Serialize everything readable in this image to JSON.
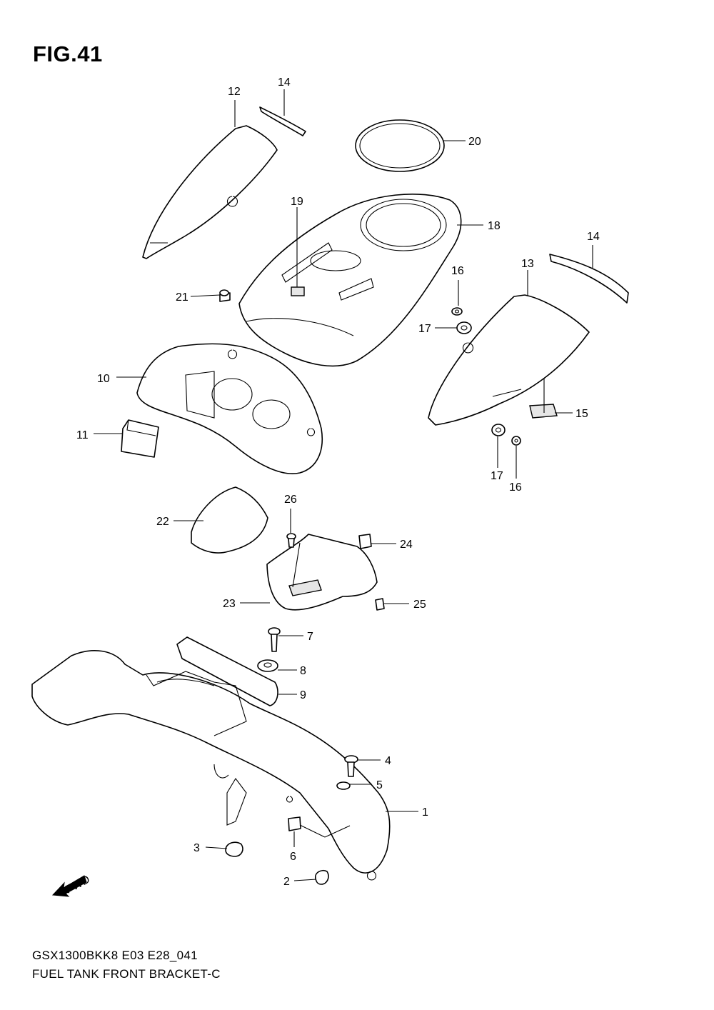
{
  "figure": {
    "title": "FIG.41",
    "model_code": "GSX1300BKK8 E03 E28_041",
    "caption": "FUEL TANK FRONT BRACKET-C"
  },
  "fwd_arrow": {
    "label": "FWD"
  },
  "callouts": {
    "c1": "1",
    "c2": "2",
    "c3": "3",
    "c4": "4",
    "c5": "5",
    "c6": "6",
    "c7": "7",
    "c8": "8",
    "c9": "9",
    "c10": "10",
    "c11": "11",
    "c12": "12",
    "c13": "13",
    "c14a": "14",
    "c14b": "14",
    "c15": "15",
    "c16a": "16",
    "c16b": "16",
    "c17a": "17",
    "c17b": "17",
    "c18": "18",
    "c19": "19",
    "c20": "20",
    "c21": "21",
    "c22": "22",
    "c23": "23",
    "c24": "24",
    "c25": "25",
    "c26": "26"
  }
}
